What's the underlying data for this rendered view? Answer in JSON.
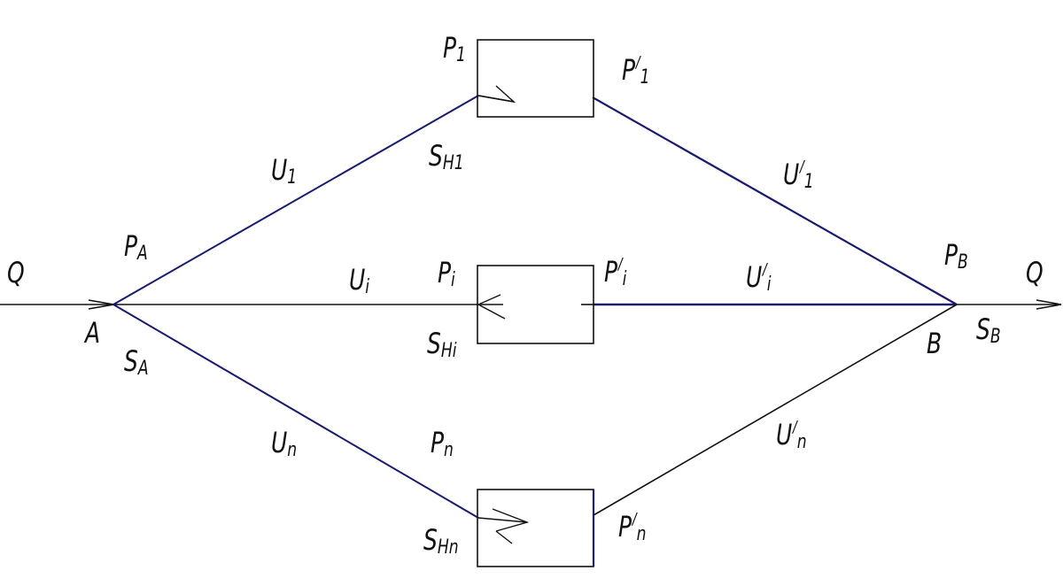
{
  "colors": {
    "ink": "#111111",
    "pipe": "#1a1a6e"
  },
  "labels": {
    "q_in": "Q",
    "q_out": "Q",
    "node_a": "A",
    "node_b": "B",
    "p_a": {
      "base": "P",
      "sub": "A"
    },
    "s_a": {
      "base": "S",
      "sub": "A"
    },
    "p_b": {
      "base": "P",
      "sub": "B"
    },
    "s_b": {
      "base": "S",
      "sub": "B"
    },
    "p_1": {
      "base": "P",
      "sub": "1"
    },
    "p_1_prime": {
      "base": "P",
      "sup": "/",
      "sub": "1"
    },
    "p_i": {
      "base": "P",
      "sub": "i"
    },
    "p_i_prime": {
      "base": "P",
      "sup": "/",
      "sub": "i"
    },
    "p_n": {
      "base": "P",
      "sub": "n"
    },
    "p_n_prime": {
      "base": "P",
      "sup": "/",
      "sub": "n"
    },
    "u_1": {
      "base": "U",
      "sub": "1"
    },
    "u_1_prime": {
      "base": "U",
      "sup": "/",
      "sub": "1"
    },
    "u_i": {
      "base": "U",
      "sub": "i"
    },
    "u_i_prime": {
      "base": "U",
      "sup": "/",
      "sub": "i"
    },
    "u_n": {
      "base": "U",
      "sub": "n"
    },
    "u_n_prime": {
      "base": "U",
      "sup": "/",
      "sub": "n"
    },
    "s_h1": {
      "base": "S",
      "sub": "H1"
    },
    "s_hi": {
      "base": "S",
      "sub": "Hi"
    },
    "s_hn": {
      "base": "S",
      "sub": "Hn"
    }
  }
}
